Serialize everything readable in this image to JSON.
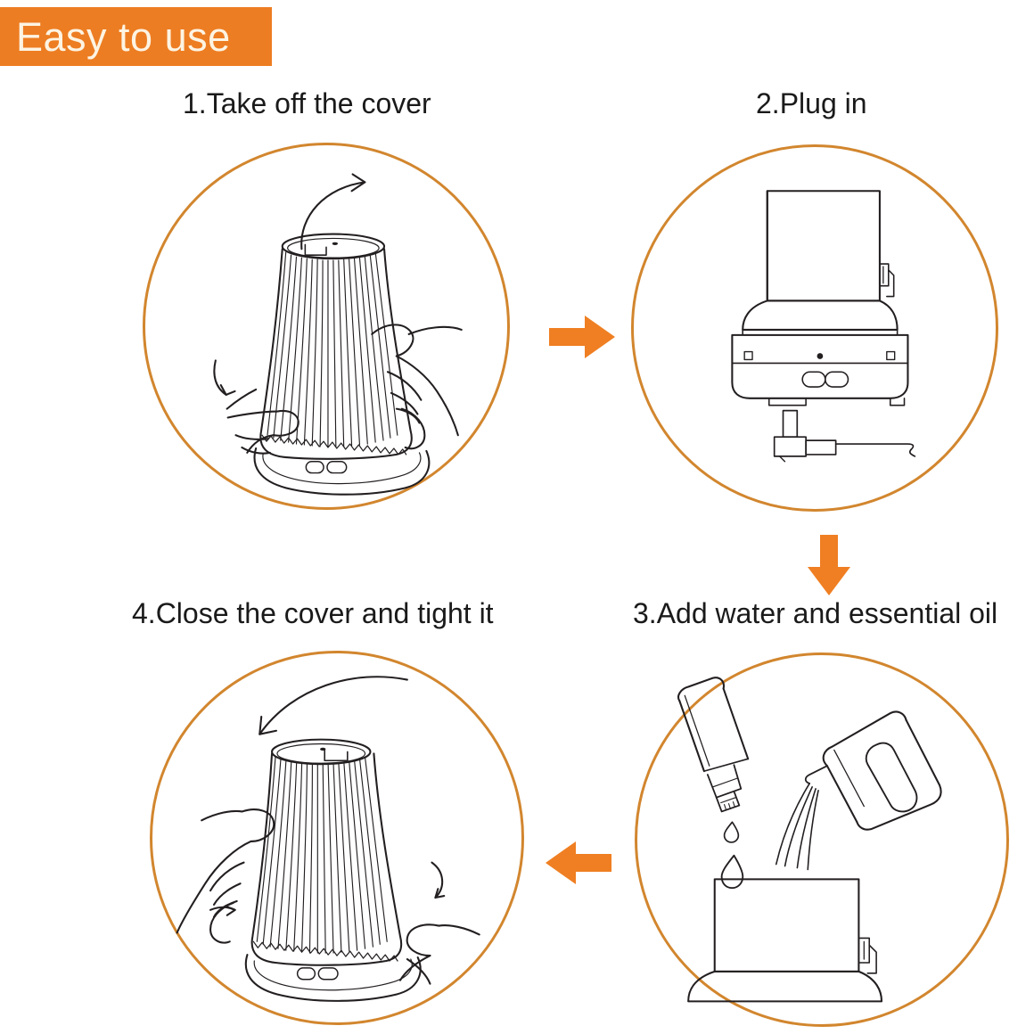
{
  "header": {
    "badge_label": "Easy to use",
    "badge_bg": "#ED7D22",
    "badge_text_color": "#FDF4E3"
  },
  "theme": {
    "circle_stroke": "#D2862E",
    "arrow_fill": "#EF7F22",
    "line_art_stroke": "#231F20",
    "background": "#FFFFFF",
    "caption_color": "#1A1A1A"
  },
  "steps": [
    {
      "number": "1",
      "caption": "1.Take off the cover",
      "illustration": "diffuser-cover-lift",
      "description_icons": [
        "ribbed-cover",
        "hand-left",
        "hand-right",
        "curved-up-arrow"
      ]
    },
    {
      "number": "2",
      "caption": "2.Plug in",
      "illustration": "diffuser-base-with-power-plug",
      "description_icons": [
        "water-tank",
        "base-unit",
        "power-button",
        "dc-plug",
        "power-cord"
      ]
    },
    {
      "number": "3",
      "caption": "3.Add water and essential oil",
      "illustration": "oil-bottle-and-water-pitcher-pouring",
      "description_icons": [
        "oil-dropper-bottle",
        "oil-drop",
        "water-pitcher",
        "water-stream",
        "water-tank"
      ]
    },
    {
      "number": "4",
      "caption": "4.Close the cover and tight it",
      "illustration": "diffuser-cover-close-and-twist",
      "description_icons": [
        "ribbed-cover",
        "hand-left",
        "hand-right",
        "curved-down-arrow"
      ]
    }
  ],
  "flow": [
    {
      "name": "arrow-step1-to-step2",
      "direction": "right"
    },
    {
      "name": "arrow-step2-to-step3",
      "direction": "down"
    },
    {
      "name": "arrow-step3-to-step4",
      "direction": "left"
    }
  ]
}
